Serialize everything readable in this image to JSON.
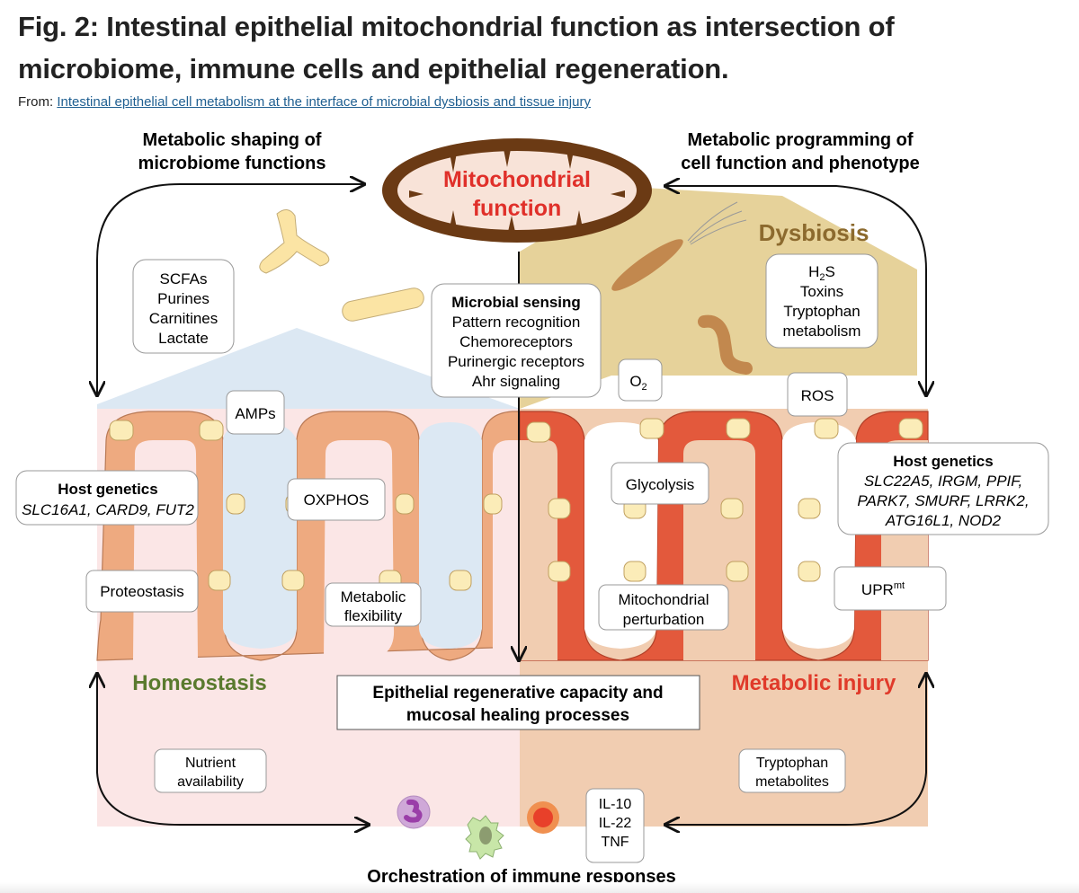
{
  "figure": {
    "title": "Fig. 2: Intestinal epithelial mitochondrial function as intersection of microbiome, immune cells and epithelial regeneration.",
    "from_label": "From:",
    "from_link": "Intestinal epithelial cell metabolism at the interface of microbial dysbiosis and tissue injury"
  },
  "diagram": {
    "center": {
      "line1": "Mitochondrial",
      "line2": "function"
    },
    "top_left_heading": {
      "line1": "Metabolic shaping of",
      "line2": "microbiome functions"
    },
    "top_right_heading": {
      "line1": "Metabolic programming of",
      "line2": "cell function and phenotype"
    },
    "dysbiosis_label": "Dysbiosis",
    "metabolites_box": [
      "SCFAs",
      "Purines",
      "Carnitines",
      "Lactate"
    ],
    "microbial_sensing": {
      "heading": "Microbial sensing",
      "items": [
        "Pattern recognition",
        "Chemoreceptors",
        "Purinergic receptors",
        "Ahr signaling"
      ]
    },
    "dysbiosis_box": {
      "h2s_main": "H",
      "h2s_sub": "2",
      "h2s_tail": "S",
      "items": [
        "Toxins",
        "Tryptophan",
        "metabolism"
      ]
    },
    "o2_box": {
      "main": "O",
      "sub": "2"
    },
    "ros_box": "ROS",
    "amps_box": "AMPs",
    "oxphos_box": "OXPHOS",
    "glycolysis_box": "Glycolysis",
    "host_genetics_left": {
      "heading": "Host genetics",
      "genes": "SLC16A1, CARD9, FUT2"
    },
    "host_genetics_right": {
      "heading": "Host genetics",
      "genes_line1": "SLC22A5, IRGM, PPIF,",
      "genes_line2": "PARK7, SMURF, LRRK2,",
      "genes_line3": "ATG16L1, NOD2"
    },
    "proteostasis_box": "Proteostasis",
    "metabolic_flexibility_box": {
      "line1": "Metabolic",
      "line2": "flexibility"
    },
    "mito_perturbation_box": {
      "line1": "Mitochondrial",
      "line2": "perturbation"
    },
    "upr_box": {
      "main": "UPR",
      "sup": "mt"
    },
    "homeostasis_label": "Homeostasis",
    "metabolic_injury_label": "Metabolic injury",
    "regeneration_box": {
      "line1": "Epithelial regenerative capacity and",
      "line2": "mucosal healing processes"
    },
    "nutrient_box": {
      "line1": "Nutrient",
      "line2": "availability"
    },
    "tryptophan_metabolites_box": {
      "line1": "Tryptophan",
      "line2": "metabolites"
    },
    "cytokines_box": [
      "IL-10",
      "IL-22",
      "TNF"
    ],
    "bottom_heading": "Orchestration of immune responses",
    "colors": {
      "homeostasis": "#5a7a2e",
      "injury": "#e03a2a",
      "mito_title": "#e0302a",
      "mito_outer": "#6b3a14",
      "mito_inner": "#f8e3d8",
      "dysbiosis_bg": "#e6d29a",
      "dysbiosis_text": "#8c6a2e",
      "lumen_blue": "#dce8f3",
      "tissue_pink": "#fbe6e6",
      "tissue_peach": "#f1cdb1",
      "healthy_cell": "#eeaa80",
      "injured_cell": "#e3593c",
      "goblet": "#fbecb8"
    }
  }
}
